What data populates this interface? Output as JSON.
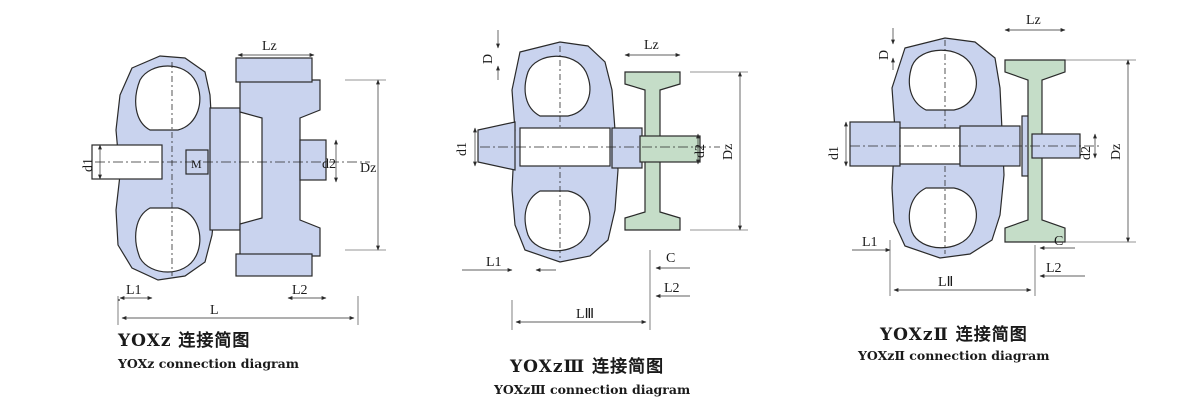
{
  "colors": {
    "housing_fill": "#c9d3ee",
    "pulley_fill": "#c5ddc8",
    "line": "#2a2a2a",
    "background": "#ffffff"
  },
  "diagrams": [
    {
      "caption_cn": "YOXz 连接简图",
      "caption_en": "YOXz connection diagram",
      "labels": {
        "d1": "d1",
        "d2": "d2",
        "Dz": "Dz",
        "Lz": "Lz",
        "L1": "L1",
        "L": "L",
        "L2": "L2",
        "M": "M"
      }
    },
    {
      "caption_cn": "YOXzⅢ 连接简图",
      "caption_en": "YOXzⅢ connection diagram",
      "labels": {
        "D": "D",
        "Lz": "Lz",
        "d1": "d1",
        "d2": "d2",
        "Dz": "Dz",
        "L1": "L1",
        "C": "C",
        "L2": "L2",
        "L3": "LⅢ"
      }
    },
    {
      "caption_cn": "YOXzⅡ 连接简图",
      "caption_en": "YOXzⅡ connection diagram",
      "labels": {
        "Lz": "Lz",
        "D": "D",
        "d1": "d1",
        "d2": "d2",
        "Dz": "Dz",
        "L1": "L1",
        "C": "C",
        "L2": "L2",
        "L2nd": "LⅡ"
      }
    }
  ]
}
